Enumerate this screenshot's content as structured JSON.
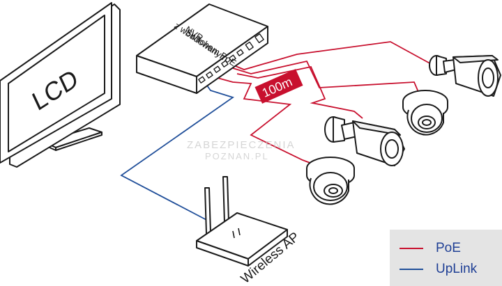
{
  "devices": {
    "monitor_label": "LCD",
    "nvr_line1": "NVR",
    "nvr_line2": "z wbudowanym",
    "nvr_line3": "Switchem PoE",
    "ap_label": "Wireless AP",
    "distance_label": "100m"
  },
  "legend": {
    "poe_label": "PoE",
    "uplink_label": "UpLink"
  },
  "watermark": {
    "line1": "ZABEZPIECZENIA",
    "line2": "POZNAN.PL"
  },
  "colors": {
    "poe": "#c8102e",
    "uplink": "#1f4e99",
    "legend_bg": "#e4e4e4",
    "outline": "#1a1a1a"
  },
  "icons": {
    "monitor": "lcd-monitor-icon",
    "nvr": "nvr-switch-icon",
    "bullet_camera": "bullet-camera-icon",
    "dome_camera": "dome-camera-icon",
    "access_point": "wireless-ap-icon"
  }
}
